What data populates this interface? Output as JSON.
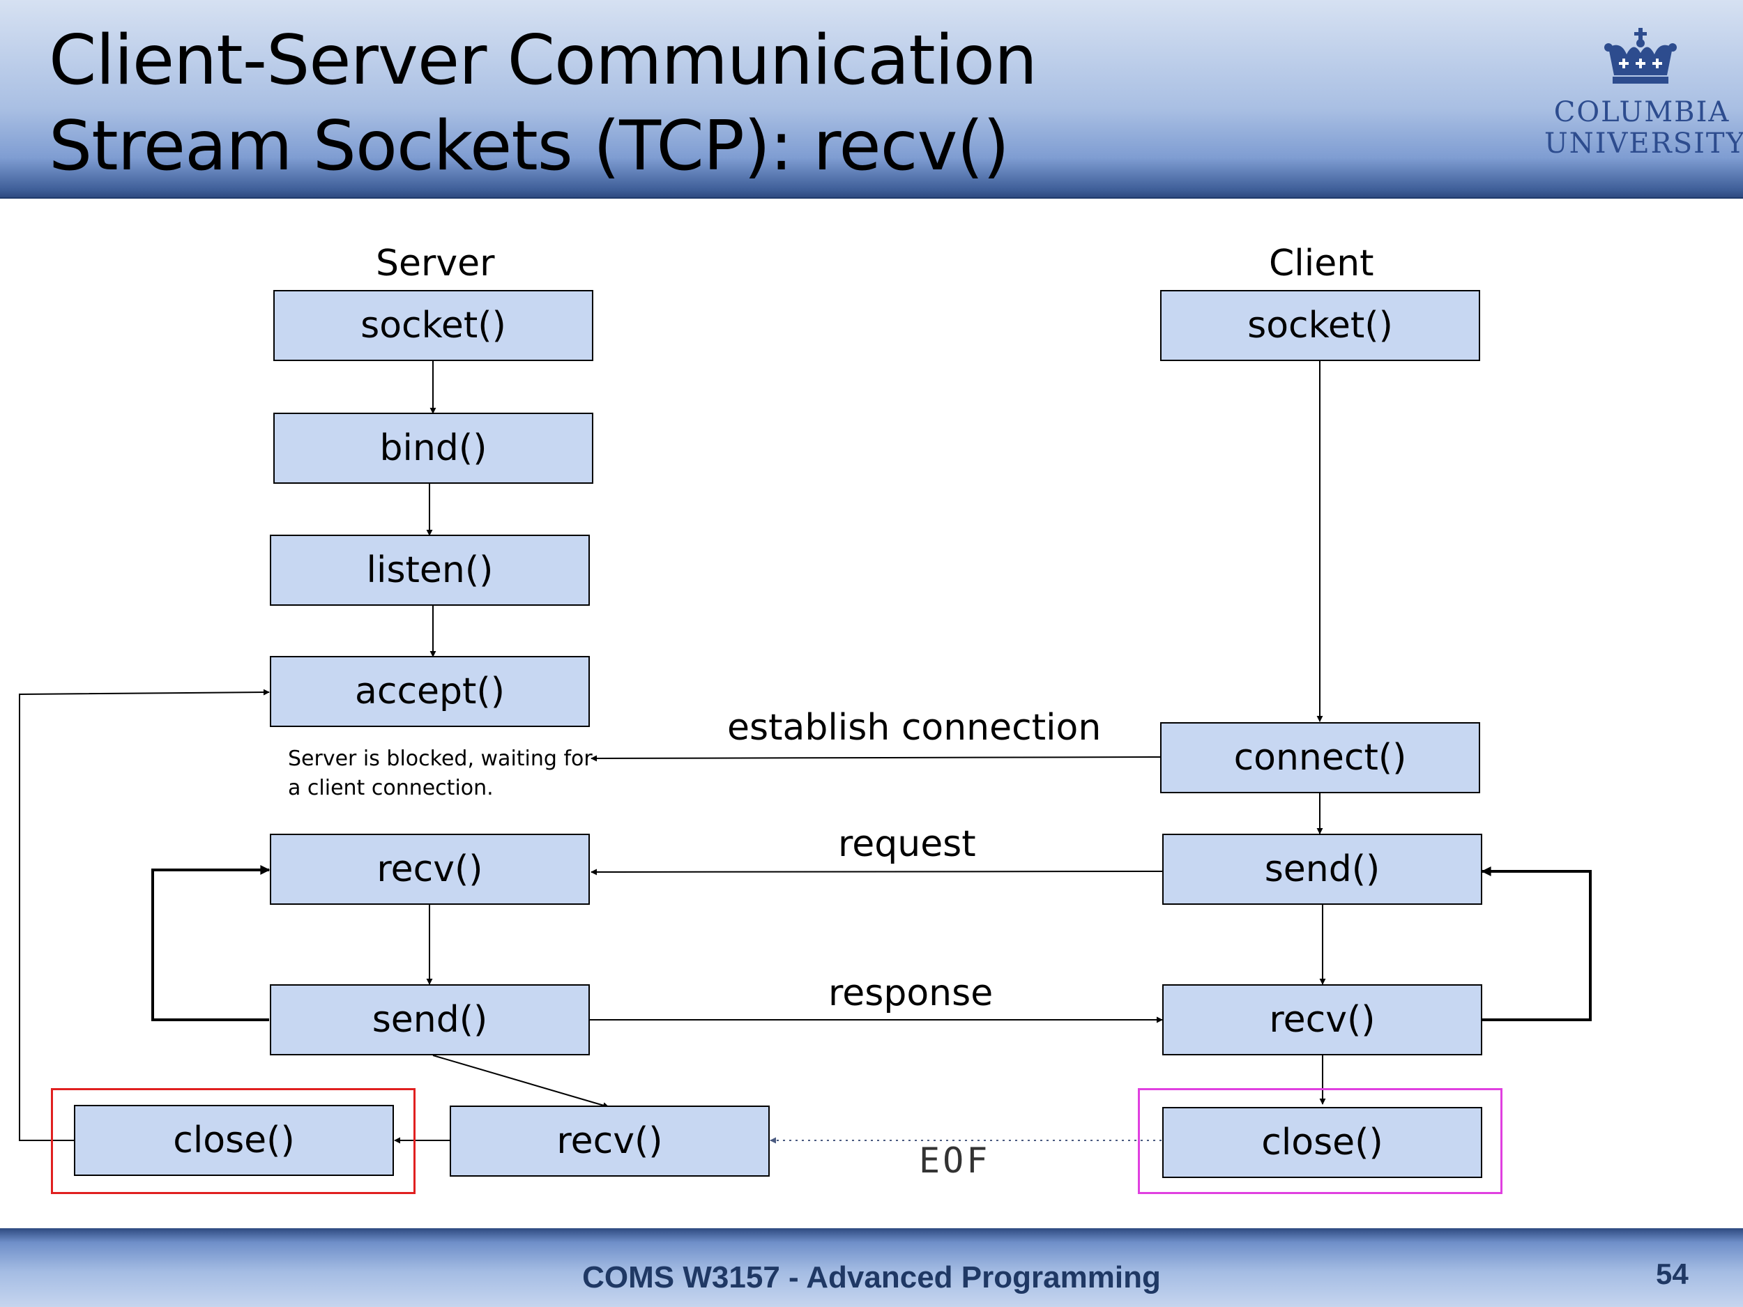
{
  "header": {
    "title_line1": "Client-Server Communication",
    "title_line2": "Stream Sockets (TCP): recv()",
    "logo_line1": "COLUMBIA",
    "logo_line2": "UNIVERSITY",
    "logo_icon": "crown-icon"
  },
  "diagram": {
    "server_heading": "Server",
    "client_heading": "Client",
    "server": {
      "socket": "socket()",
      "bind": "bind()",
      "listen": "listen()",
      "accept": "accept()",
      "recv": "recv()",
      "send": "send()",
      "close": "close()",
      "recv_final": "recv()"
    },
    "client": {
      "socket": "socket()",
      "connect": "connect()",
      "send": "send()",
      "recv": "recv()",
      "close": "close()"
    },
    "edges": {
      "establish": "establish connection",
      "request": "request",
      "response": "response",
      "eof": "EOF"
    },
    "note_line1": "Server is blocked, waiting for",
    "note_line2": "a client connection.",
    "colors": {
      "box_fill": "#c7d7f2",
      "server_close_highlight": "#e02020",
      "client_close_highlight": "#e040e0",
      "eof_line": "#4a5a80"
    }
  },
  "footer": {
    "course": "COMS W3157 - Advanced Programming",
    "page": "54"
  }
}
